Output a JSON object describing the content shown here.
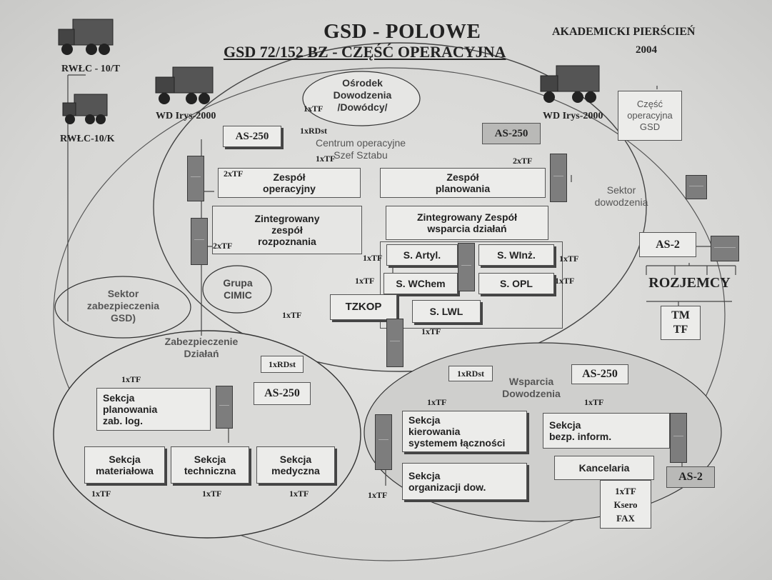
{
  "header": {
    "title": "GSD - POLOWE",
    "subtitle": "GSD 72/152 BZ - CZĘŚĆ OPERACYJNA",
    "org": "AKADEMICKI PIERŚCIEŃ",
    "year": "2004"
  },
  "vehicles": {
    "v1": "RWŁC - 10/T",
    "v2": "RWŁC-10/K",
    "v3": "WD Irys-2000",
    "v4": "WD Irys-2000"
  },
  "top": {
    "osrodek": "Ośrodek\nDowodzenia\n/Dowódcy/",
    "centrum": "Centrum operacyjne\nSzef Sztabu",
    "sektor_dow": "Sektor\ndowodzenia",
    "czesc_op": "Część\noperacyjna\nGSD",
    "sektor_zab": "Sektor\nzabezpieczenia\nGSD)",
    "grupa_cimic": "Grupa\nCIMIC"
  },
  "boxes": {
    "as250_left": "AS-250",
    "as250_right": "AS-250",
    "zespol_op": "Zespół\noperacyjny",
    "zespol_plan": "Zespół\nplanowania",
    "zint_rozp": "Zintegrowany\nzespół\nrozpoznania",
    "zint_wsparcia": "Zintegrowany Zespół\nwsparcia działań",
    "s_artyl": "S. Artyl.",
    "s_winz": "S. WInż.",
    "s_wchem": "S. WChem",
    "s_opl": "S. OPL",
    "tzkop": "TZKOP",
    "s_lwl": "S. LWL",
    "as2_right": "AS-2",
    "rozjemcy": "ROZJEMCY",
    "tmtf": "TM\nTF"
  },
  "zab": {
    "title": "Zabezpieczenie\nDziałań",
    "as250": "AS-250",
    "sekcja_plan": "Sekcja\nplanowania\nzab. log.",
    "sekcja_mat": "Sekcja\nmateriałowa",
    "sekcja_tech": "Sekcja\ntechniczna",
    "sekcja_med": "Sekcja\nmedyczna",
    "rdst": "1xRDst"
  },
  "wsp": {
    "title": "Wsparcia\nDowodzenia",
    "as250": "AS-250",
    "rdst": "1xRDst",
    "sek_kier": "Sekcja\nkierowania\nsystemem łączności",
    "sek_org": "Sekcja\norganizacji dow.",
    "sek_bezp": "Sekcja\nbezp. inform.",
    "kancelaria": "Kancelaria",
    "as2": "AS-2",
    "ksero": "1xTF\nKsero\nFAX"
  },
  "tf": {
    "tf1": "1xTF",
    "tf2": "1xRDst",
    "tf3": "1xTF",
    "tf4": "2xTF",
    "tf5": "2xTF",
    "tf6": "2xTF",
    "tf7": "1xTF",
    "tf8": "1xTF",
    "tf9": "1xTF",
    "tf10": "1xTF",
    "tf11": "1xTF",
    "tf12": "1xTF",
    "tf13": "1xTF",
    "tf14": "1xTF",
    "tf15": "1xTF",
    "tf16": "1xTF",
    "tf17": "1xTF",
    "tf18": "1xTF",
    "tf19": "1xTF"
  }
}
